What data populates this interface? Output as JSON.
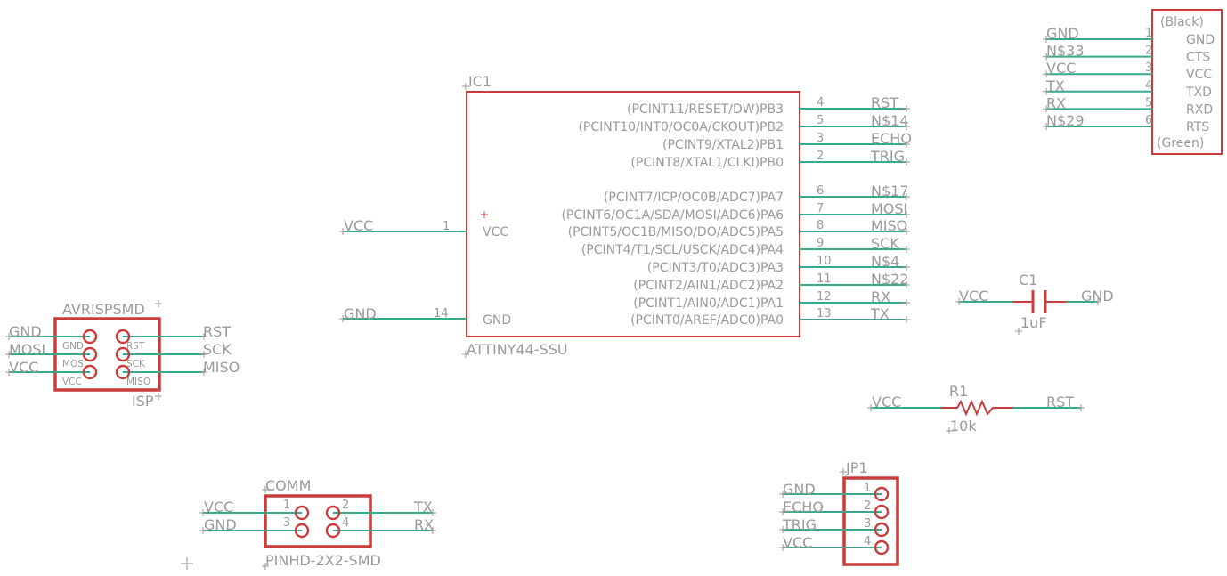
{
  "ic1": {
    "name": "IC1",
    "value": "ATTINY44-SSU",
    "power_left": [
      {
        "net": "VCC",
        "num": "1",
        "label": "VCC"
      },
      {
        "net": "GND",
        "num": "14",
        "label": "GND"
      }
    ],
    "pins_right": [
      {
        "label": "(PCINT11/RESET/DW)PB3",
        "num": "4",
        "net": "RST"
      },
      {
        "label": "(PCINT10/INT0/OC0A/CKOUT)PB2",
        "num": "5",
        "net": "N$14"
      },
      {
        "label": "(PCINT9/XTAL2)PB1",
        "num": "3",
        "net": "ECHO"
      },
      {
        "label": "(PCINT8/XTAL1/CLKI)PB0",
        "num": "2",
        "net": "TRIG"
      },
      {
        "label": "(PCINT7/ICP/OC0B/ADC7)PA7",
        "num": "6",
        "net": "N$17"
      },
      {
        "label": "(PCINT6/OC1A/SDA/MOSI/ADC6)PA6",
        "num": "7",
        "net": "MOSI"
      },
      {
        "label": "(PCINT5/OC1B/MISO/DO/ADC5)PA5",
        "num": "8",
        "net": "MISO"
      },
      {
        "label": "(PCINT4/T1/SCL/USCK/ADC4)PA4",
        "num": "9",
        "net": "SCK"
      },
      {
        "label": "(PCINT3/T0/ADC3)PA3",
        "num": "10",
        "net": "N$4"
      },
      {
        "label": "(PCINT2/AIN1/ADC2)PA2",
        "num": "11",
        "net": "N$22"
      },
      {
        "label": "(PCINT1/AIN0/ADC1)PA1",
        "num": "12",
        "net": "RX"
      },
      {
        "label": "(PCINT0/AREF/ADC0)PA0",
        "num": "13",
        "net": "TX"
      }
    ]
  },
  "ftdi": {
    "top_label": "(Black)",
    "bottom_label": "(Green)",
    "pins": [
      {
        "net": "GND",
        "num": "1",
        "label": "GND"
      },
      {
        "net": "N$33",
        "num": "2",
        "label": "CTS"
      },
      {
        "net": "VCC",
        "num": "3",
        "label": "VCC"
      },
      {
        "net": "TX",
        "num": "4",
        "label": "TXD"
      },
      {
        "net": "RX",
        "num": "5",
        "label": "RXD"
      },
      {
        "net": "N$29",
        "num": "6",
        "label": "RTS"
      }
    ]
  },
  "isp": {
    "name": "AVRISPSMD",
    "value": "ISP",
    "left_nets": [
      "GND",
      "MOSI",
      "VCC"
    ],
    "left_labels": [
      "GND",
      "MOSI",
      "VCC"
    ],
    "right_labels": [
      "RST",
      "SCK",
      "MISO"
    ],
    "right_nets": [
      "RST",
      "SCK",
      "MISO"
    ]
  },
  "c1": {
    "name": "C1",
    "value": "1uF",
    "net_left": "VCC",
    "net_right": "GND"
  },
  "r1": {
    "name": "R1",
    "value": "10k",
    "net_left": "VCC",
    "net_right": "RST"
  },
  "comm": {
    "name": "COMM",
    "value": "PINHD-2X2-SMD",
    "left_nets": [
      "VCC",
      "GND"
    ],
    "right_nets": [
      "TX",
      "RX"
    ],
    "pin_nums": [
      "1",
      "2",
      "3",
      "4"
    ]
  },
  "jp1": {
    "name": "JP1",
    "nets": [
      "GND",
      "ECHO",
      "TRIG",
      "VCC"
    ],
    "pin_nums": [
      "1",
      "2",
      "3",
      "4"
    ]
  },
  "colors": {
    "symbol": "#c83c3c",
    "wire": "#3aa88d",
    "text": "#9a9a9a"
  }
}
